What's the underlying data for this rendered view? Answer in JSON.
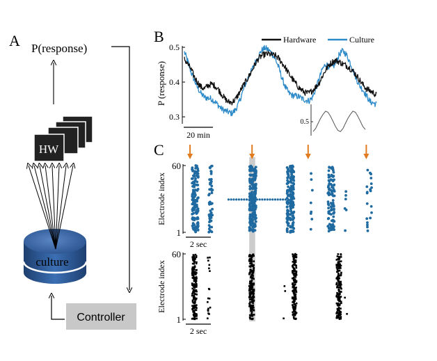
{
  "panel_a": {
    "label": "A",
    "response_label": "P(response)",
    "hw_label": "HW",
    "culture_label": "culture",
    "controller_label": "Controller",
    "colors": {
      "hw_box": "#222222",
      "controller_box": "#c8c8c8",
      "dish": "#2e5d98"
    }
  },
  "panel_b": {
    "label": "B"
  },
  "panel_c": {
    "label": "C"
  },
  "chart_data": [
    {
      "type": "line",
      "panel": "B",
      "ylabel": "P (response)",
      "ylim": [
        0.28,
        0.5
      ],
      "yticks": [
        "0.5",
        "0.4",
        "0.3"
      ],
      "scalebar_label": "20 min",
      "legend_position": "top-right",
      "series": [
        {
          "name": "Hardware",
          "color": "#111111",
          "values": [
            0.466,
            0.452,
            0.436,
            0.414,
            0.398,
            0.385,
            0.381,
            0.39,
            0.394,
            0.39,
            0.38,
            0.366,
            0.352,
            0.343,
            0.342,
            0.348,
            0.364,
            0.382,
            0.398,
            0.414,
            0.432,
            0.452,
            0.468,
            0.476,
            0.48,
            0.481,
            0.478,
            0.476,
            0.468,
            0.455,
            0.441,
            0.424,
            0.41,
            0.396,
            0.384,
            0.375,
            0.369,
            0.368,
            0.376,
            0.386,
            0.398,
            0.418,
            0.436,
            0.45,
            0.458,
            0.462,
            0.458,
            0.452,
            0.448,
            0.441,
            0.432,
            0.42,
            0.406,
            0.392,
            0.381,
            0.375,
            0.37,
            0.362
          ]
        },
        {
          "name": "Culture",
          "color": "#2c8ac9",
          "values": [
            0.486,
            0.46,
            0.428,
            0.404,
            0.382,
            0.366,
            0.356,
            0.354,
            0.352,
            0.344,
            0.334,
            0.323,
            0.318,
            0.314,
            0.31,
            0.318,
            0.336,
            0.363,
            0.392,
            0.414,
            0.434,
            0.456,
            0.476,
            0.492,
            0.498,
            0.492,
            0.482,
            0.466,
            0.442,
            0.41,
            0.385,
            0.368,
            0.362,
            0.36,
            0.358,
            0.352,
            0.348,
            0.346,
            0.356,
            0.38,
            0.41,
            0.438,
            0.452,
            0.444,
            0.442,
            0.456,
            0.48,
            0.49,
            0.48,
            0.46,
            0.436,
            0.41,
            0.39,
            0.377,
            0.362,
            0.344,
            0.34,
            0.336
          ]
        }
      ]
    },
    {
      "type": "line",
      "panel": "B-inset",
      "ytick": "0.5",
      "series": [
        {
          "color": "#555555",
          "values": [
            0.4,
            0.43,
            0.48,
            0.53,
            0.57,
            0.6,
            0.59,
            0.55,
            0.5,
            0.45,
            0.41,
            0.4,
            0.43,
            0.48,
            0.53,
            0.57,
            0.6,
            0.59,
            0.55,
            0.5,
            0.45,
            0.42
          ]
        }
      ]
    },
    {
      "type": "scatter",
      "panel": "C-top",
      "ylabel": "Electrode index",
      "ylim": [
        1,
        60
      ],
      "yticks": [
        "60",
        "1"
      ],
      "scalebar_label": "2 sec",
      "dot_color": "#1f6aa0",
      "stimulus_arrow_color": "#e07b1f",
      "stimuli_x": [
        2.0,
        19.7,
        35.7,
        52.3
      ],
      "highlight_x": [
        18.9,
        20.6
      ],
      "xlim": [
        0,
        56
      ],
      "bursts": [
        {
          "x": [
            2.8,
            3.4,
            4.1
          ],
          "count": 48
        },
        {
          "x": [
            7.6,
            8.2
          ],
          "count": 26
        },
        {
          "x": [
            19.2,
            19.9,
            20.6
          ],
          "count": 64
        },
        {
          "x": [
            29.9,
            30.8,
            31.4
          ],
          "count": 62
        },
        {
          "x": [
            36.7
          ],
          "count": 8
        },
        {
          "x": [
            41.6,
            42.4,
            43.0
          ],
          "count": 36
        },
        {
          "x": [
            46.4
          ],
          "count": 6
        },
        {
          "x": [
            52.7,
            53.6
          ],
          "count": 10
        }
      ],
      "horizontal_run": {
        "electrode": 30,
        "x_start": 13.0,
        "x_end": 30.0,
        "count": 24
      }
    },
    {
      "type": "scatter",
      "panel": "C-bottom",
      "ylabel": "Electrode index",
      "ylim": [
        1,
        60
      ],
      "yticks": [
        "60",
        "1"
      ],
      "scalebar_label": "2 sec",
      "dot_color": "#000000",
      "highlight_x": [
        18.9,
        20.6
      ],
      "xlim": [
        0,
        56
      ],
      "bursts": [
        {
          "x": [
            3.0,
            3.5
          ],
          "count": 70
        },
        {
          "x": [
            7.4
          ],
          "count": 18
        },
        {
          "x": [
            19.3,
            19.9
          ],
          "count": 70
        },
        {
          "x": [
            31.6,
            32.0
          ],
          "count": 70
        },
        {
          "x": [
            28.8
          ],
          "count": 3
        },
        {
          "x": [
            44.2,
            44.8
          ],
          "count": 70
        },
        {
          "x": [
            46.4
          ],
          "count": 2
        }
      ]
    }
  ]
}
